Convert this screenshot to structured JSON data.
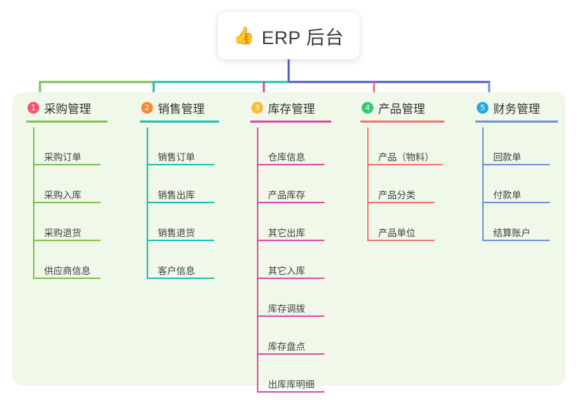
{
  "root": {
    "icon": "thumbs-up-icon",
    "emoji": "👍",
    "title": "ERP 后台"
  },
  "palette": {
    "page_background": "#ffffff",
    "panel_background": "#eff8e9",
    "text": "#3f3f3f"
  },
  "connector": {
    "root_stem_color": "#4a55c8",
    "segments": [
      {
        "color": "#7cc04b"
      },
      {
        "color": "#18c0ad"
      },
      {
        "color": "#4a55c8"
      },
      {
        "color": "#4a55c8"
      },
      {
        "color": "#4a55c8"
      }
    ]
  },
  "columns": [
    {
      "index": "1",
      "badge_color": "#f2536d",
      "line_color": "#7cc04b",
      "title": "采购管理",
      "items": [
        {
          "label": "采购订单"
        },
        {
          "label": "采购入库"
        },
        {
          "label": "采购退货"
        },
        {
          "label": "供应商信息"
        }
      ]
    },
    {
      "index": "2",
      "badge_color": "#f58a32",
      "line_color": "#18c0ad",
      "title": "销售管理",
      "items": [
        {
          "label": "销售订单"
        },
        {
          "label": "销售出库"
        },
        {
          "label": "销售退货"
        },
        {
          "label": "客户信息"
        }
      ]
    },
    {
      "index": "3",
      "badge_color": "#f6bc2f",
      "line_color": "#e0479e",
      "title": "库存管理",
      "items": [
        {
          "label": "仓库信息"
        },
        {
          "label": "产品库存"
        },
        {
          "label": "其它出库"
        },
        {
          "label": "其它入库"
        },
        {
          "label": "库存调拨"
        },
        {
          "label": "库存盘点"
        },
        {
          "label": "出库库明细"
        }
      ]
    },
    {
      "index": "4",
      "badge_color": "#2ecc71",
      "line_color": "#f4736b",
      "title": "产品管理",
      "items": [
        {
          "label": "产品（物料）",
          "wide": true
        },
        {
          "label": "产品分类"
        },
        {
          "label": "产品单位"
        }
      ]
    },
    {
      "index": "5",
      "badge_color": "#29a5e3",
      "line_color": "#6f8ddb",
      "title": "财务管理",
      "items": [
        {
          "label": "回款单"
        },
        {
          "label": "付款单"
        },
        {
          "label": "结算账户"
        }
      ]
    }
  ]
}
